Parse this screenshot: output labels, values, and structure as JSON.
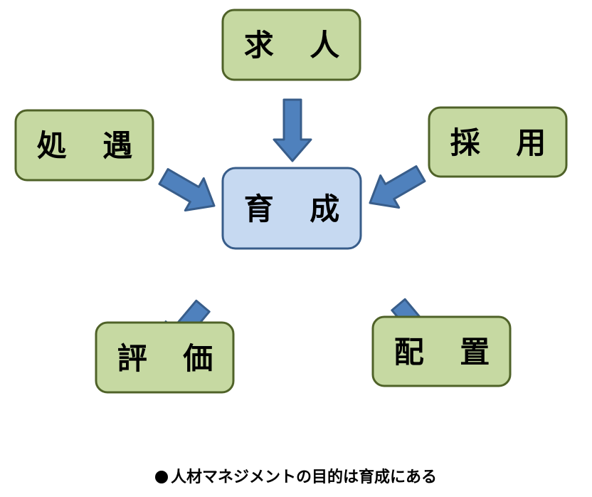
{
  "diagram": {
    "center": {
      "label": "育 成"
    },
    "nodes": {
      "kyujin": {
        "label": "求 人"
      },
      "saiyo": {
        "label": "採 用"
      },
      "haichi": {
        "label": "配 置"
      },
      "hyoka": {
        "label": "評 価"
      },
      "shogu": {
        "label": "処 遇"
      }
    },
    "colors": {
      "node_fill": "#c6d9a2",
      "node_stroke": "#4f6228",
      "center_fill": "#c6d9f1",
      "center_stroke": "#385d8a",
      "arrow_fill": "#4f81bd",
      "arrow_stroke": "#385d8a"
    }
  },
  "caption": {
    "text": "人材マネジメントの目的は育成にある"
  }
}
